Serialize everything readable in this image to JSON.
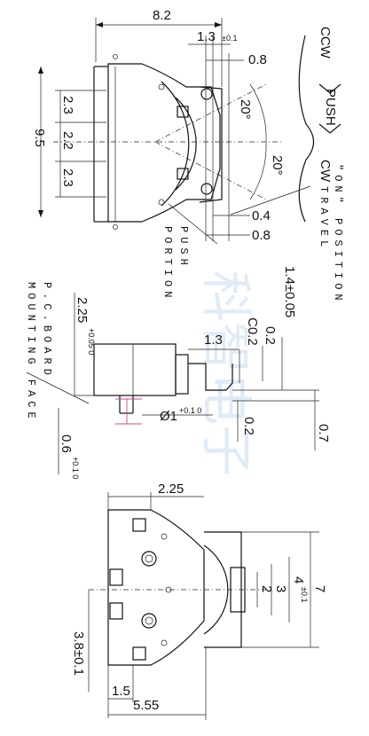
{
  "watermark": "科智电子",
  "top_view": {
    "width": "8.2",
    "top_tol_val": "1.3",
    "top_tol": "±0.1",
    "d08_top": "0.8",
    "d08_bot": "0.8",
    "d04": "0.4",
    "d95": "9.5",
    "d23a": "2.3",
    "d22": "2.2",
    "d23b": "2.3",
    "angle_a": "20°",
    "angle_b": "20°",
    "ccw": "CCW",
    "cw": "CW",
    "push": "PUSH",
    "on_label": "\"ON\" POSITION",
    "travel_label": "TRAVEL",
    "push_portion_1": "PUSH",
    "push_portion_2": "PORTION"
  },
  "side_view": {
    "d14": "1.4±0.05",
    "d02a": "0.2",
    "c02": "C0.2",
    "d13": "1.3",
    "d225_val": "2.25",
    "d225_tol": "+0.05 0",
    "phi1_val": "Ø1",
    "phi1_tol": "+0.1 0",
    "d02b": "0.2",
    "d07": "0.7",
    "d06_val": "0.6",
    "d06_tol": "+0.1 0",
    "pc_1": "P.C.BOARD",
    "pc_2": "MOUNTING FACE"
  },
  "bottom_view": {
    "d225": "2.25",
    "d7": "7",
    "d4_val": "4",
    "d4_tol": "±0.1",
    "d3": "3",
    "d2": "2",
    "d38": "3.8±0.1",
    "d15": "1.5",
    "d555": "5.55"
  }
}
